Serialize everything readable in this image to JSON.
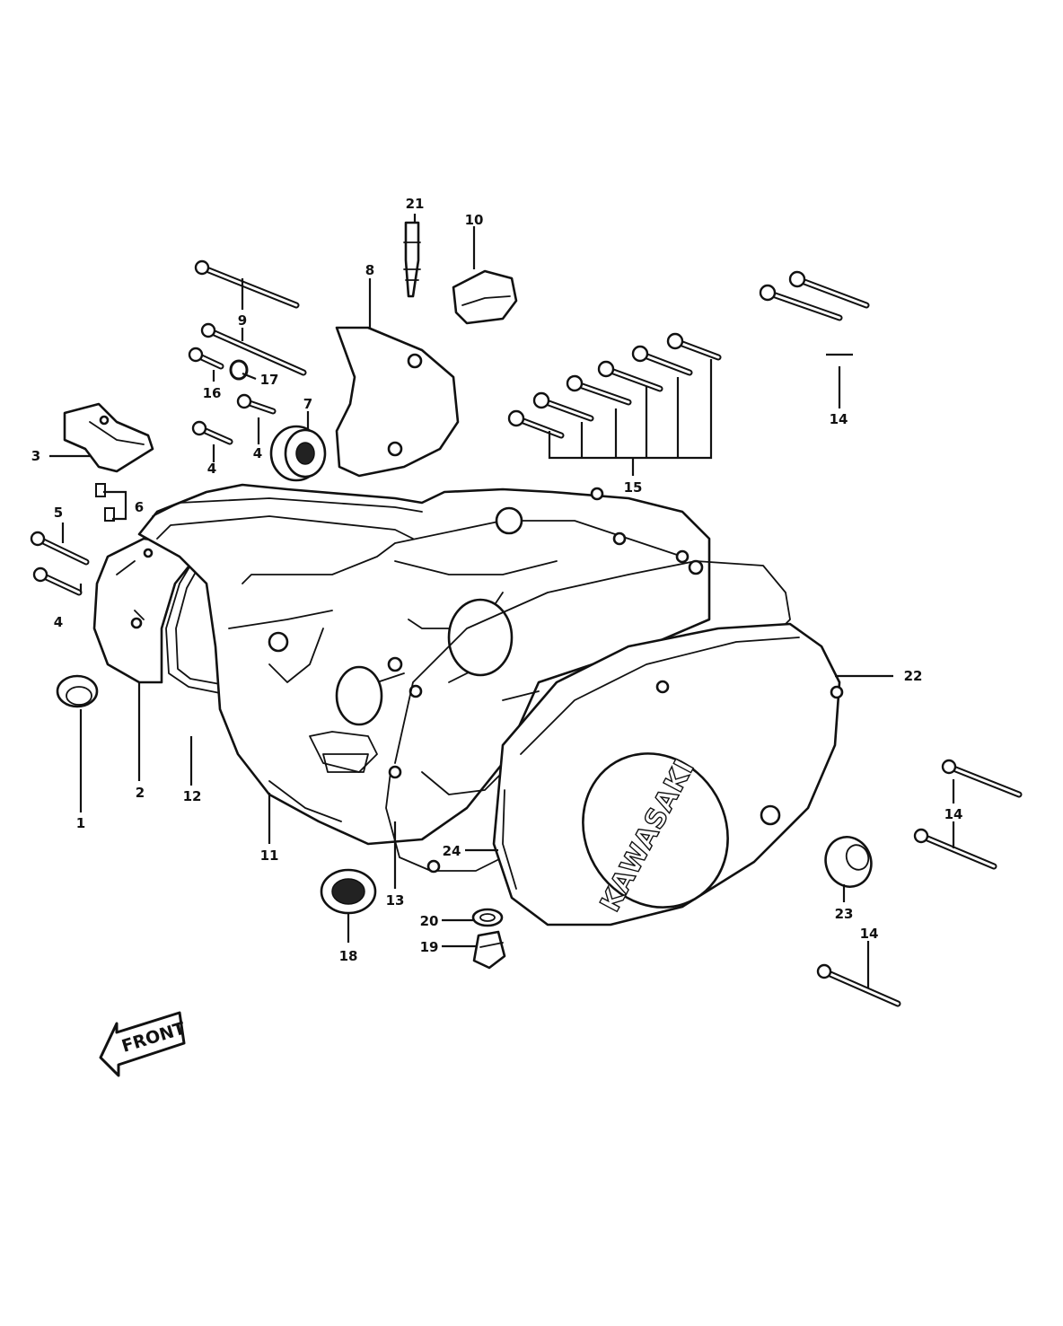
{
  "callouts": {
    "c1": "1",
    "c2": "2",
    "c3": "3",
    "c4a": "4",
    "c4b": "4",
    "c4c": "4",
    "c5": "5",
    "c6": "6",
    "c7": "7",
    "c8": "8",
    "c9": "9",
    "c10": "10",
    "c11": "11",
    "c12": "12",
    "c13": "13",
    "c14a": "14",
    "c14b": "14",
    "c14c": "14",
    "c15": "15",
    "c16": "16",
    "c17": "17",
    "c18": "18",
    "c19": "19",
    "c20": "20",
    "c21": "21",
    "c22": "22",
    "c23": "23",
    "c24": "24"
  },
  "cover_logo": "KAWASAKI",
  "front_arrow": "FRONT"
}
